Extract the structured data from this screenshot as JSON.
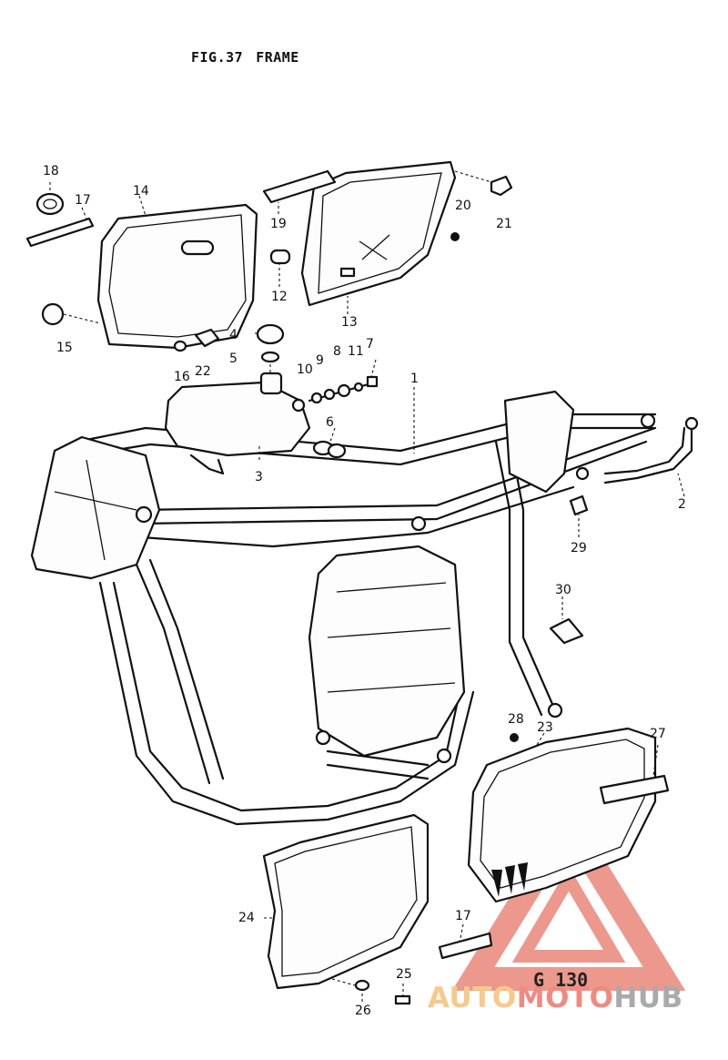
{
  "figure": {
    "fig_number": "FIG.37",
    "title": "FRAME"
  },
  "callouts": [
    {
      "id": "c1",
      "label": "1"
    },
    {
      "id": "c2",
      "label": "2"
    },
    {
      "id": "c3",
      "label": "3"
    },
    {
      "id": "c4",
      "label": "4"
    },
    {
      "id": "c5",
      "label": "5"
    },
    {
      "id": "c6",
      "label": "6"
    },
    {
      "id": "c7",
      "label": "7"
    },
    {
      "id": "c8",
      "label": "8"
    },
    {
      "id": "c9",
      "label": "9"
    },
    {
      "id": "c10",
      "label": "10"
    },
    {
      "id": "c11",
      "label": "11"
    },
    {
      "id": "c12",
      "label": "12"
    },
    {
      "id": "c13",
      "label": "13"
    },
    {
      "id": "c14",
      "label": "14"
    },
    {
      "id": "c15",
      "label": "15"
    },
    {
      "id": "c16",
      "label": "16"
    },
    {
      "id": "c17a",
      "label": "17"
    },
    {
      "id": "c17b",
      "label": "17"
    },
    {
      "id": "c18",
      "label": "18"
    },
    {
      "id": "c19",
      "label": "19"
    },
    {
      "id": "c20",
      "label": "20"
    },
    {
      "id": "c21",
      "label": "21"
    },
    {
      "id": "c22",
      "label": "22"
    },
    {
      "id": "c23",
      "label": "23"
    },
    {
      "id": "c24",
      "label": "24"
    },
    {
      "id": "c25",
      "label": "25"
    },
    {
      "id": "c26",
      "label": "26"
    },
    {
      "id": "c27",
      "label": "27"
    },
    {
      "id": "c28",
      "label": "28"
    },
    {
      "id": "c29",
      "label": "29"
    },
    {
      "id": "c30",
      "label": "30"
    }
  ],
  "stamp_code": "G 130",
  "watermark": {
    "part1": "AUTO",
    "part2": "MOTO",
    "part3": "HUB"
  },
  "colors": {
    "line": "#111111",
    "wm_orange": "#f7c98b",
    "wm_red": "#f08a80",
    "wm_gray": "#aaaaaa"
  }
}
